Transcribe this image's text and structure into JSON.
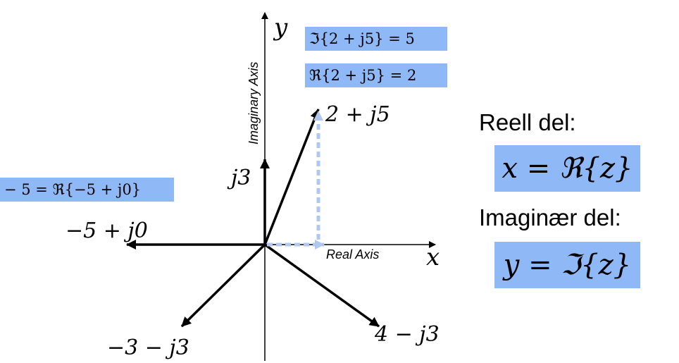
{
  "axes": {
    "x_symbol": "x",
    "y_symbol": "y",
    "real_axis_label": "Real Axis",
    "imag_axis_label": "Imaginary Axis"
  },
  "points": {
    "p1": "2 + j5",
    "p2": "−5 + j0",
    "p3": "−3 − j3",
    "p4": "4 − j3",
    "j3_tick": "j3"
  },
  "boxes": {
    "imag_eq": "ℑ{2 + j5} = 5",
    "real_eq": "ℜ{2 + j5} = 2",
    "neg_eq": "− 5 = ℜ{−5 + j0}"
  },
  "right_panel": {
    "real_part_label": "Reell del:",
    "real_formula": "x = ℜ{z}",
    "imag_part_label": "Imaginær del:",
    "imag_formula": "y = ℑ{z}"
  },
  "colors": {
    "box_fill": "#8fb8f6",
    "dashed_projection": "#b0c8f0",
    "arrow": "#000000"
  }
}
